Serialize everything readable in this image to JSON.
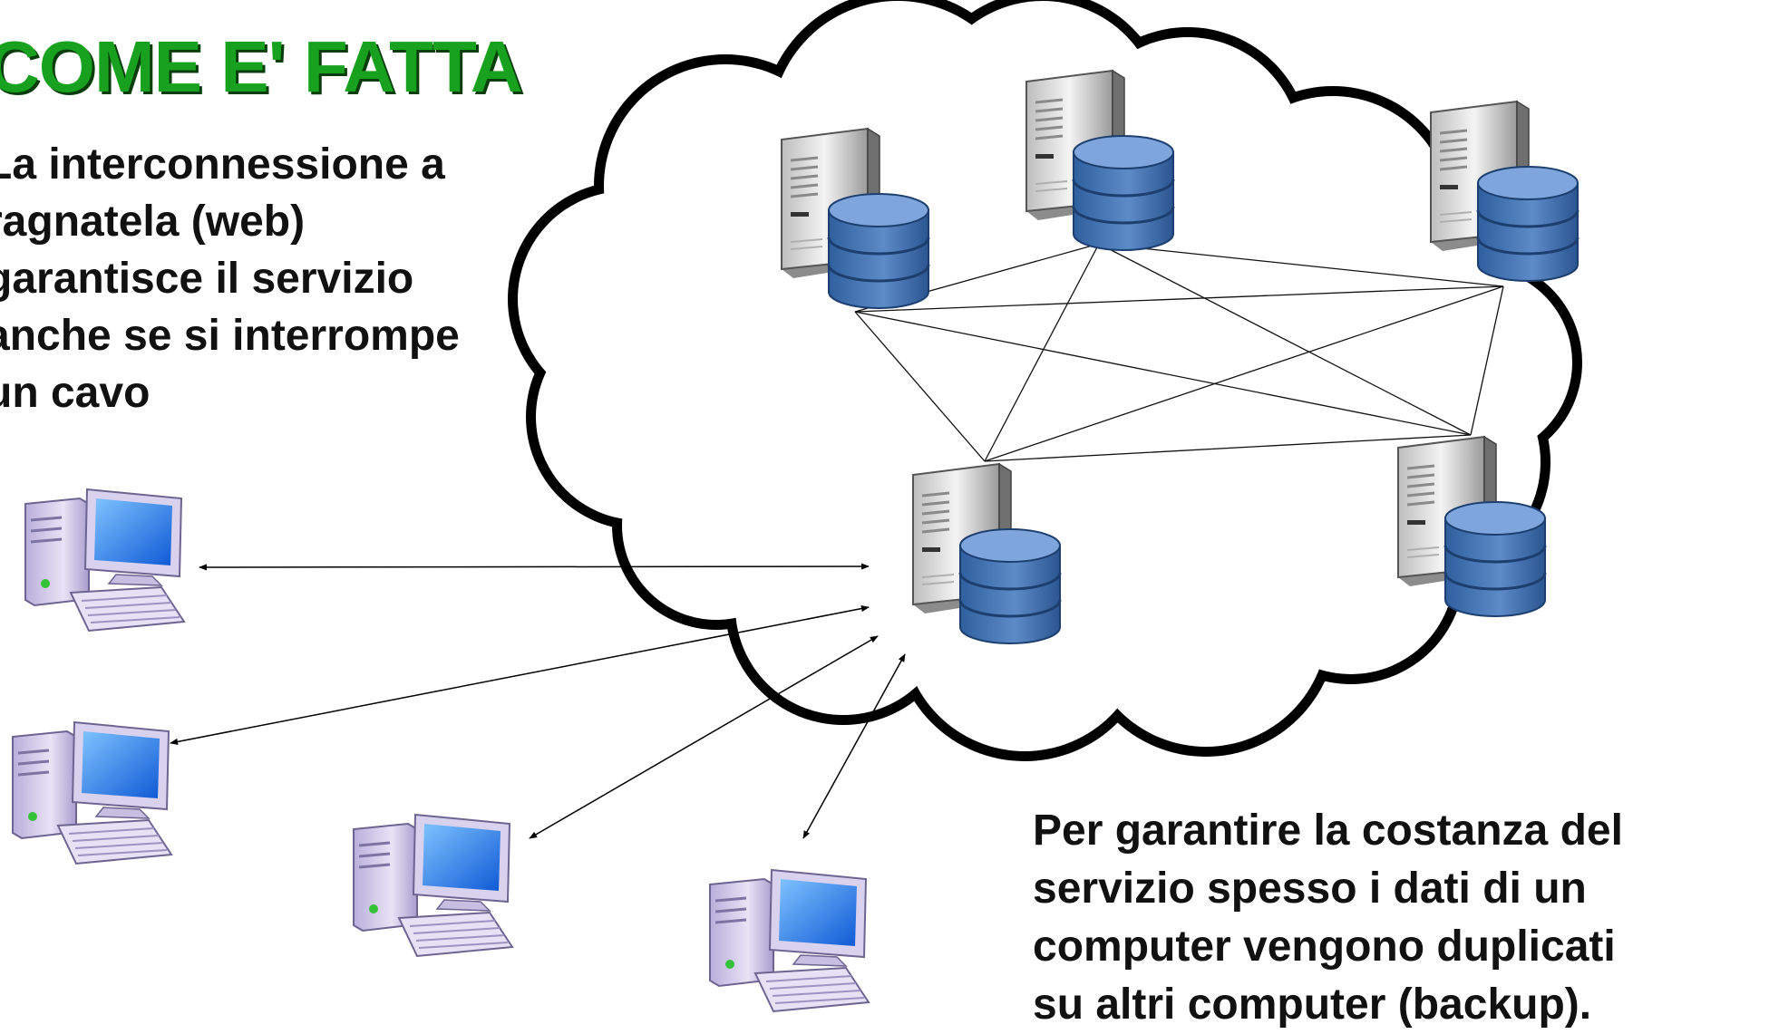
{
  "title": "COME E' FATTA",
  "intro_lines": [
    "La interconnessione a",
    "ragnatela (web)",
    "garantisce il servizio",
    "anche se si interrompe",
    "un cavo"
  ],
  "note_lines": [
    "Per garantire la costanza del",
    "servizio spesso i dati di un",
    "computer vengono duplicati",
    "su altri computer (backup)."
  ],
  "colors": {
    "title": "#17a11f",
    "title_shadow": "#0a3d0c",
    "database": "#4a78b5",
    "monitor": "#1e6fe0",
    "case": "#d9d2ec"
  },
  "icons": {
    "server": "server-with-database-icon",
    "client": "desktop-computer-icon",
    "cloud": "cloud-shape"
  }
}
